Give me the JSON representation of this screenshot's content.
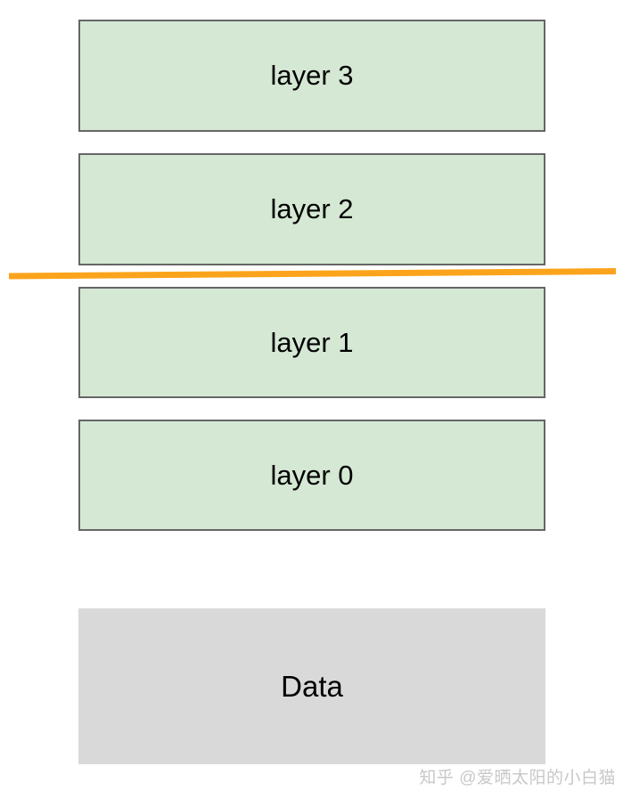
{
  "diagram": {
    "layers": [
      {
        "label": "layer 3"
      },
      {
        "label": "layer 2"
      },
      {
        "label": "layer 1"
      },
      {
        "label": "layer 0"
      }
    ],
    "data_block": {
      "label": "Data"
    },
    "separator": {
      "description": "orange horizontal divider line between layer 2 and layer 1",
      "color": "#fba41b"
    }
  },
  "colors": {
    "layer_fill": "#d5e8d4",
    "layer_border": "#666666",
    "data_fill": "#d9d9d9",
    "separator": "#fba41b",
    "text": "#000000",
    "watermark": "#c8c8c8"
  },
  "watermark": {
    "text": "知乎 @爱晒太阳的小白猫"
  }
}
